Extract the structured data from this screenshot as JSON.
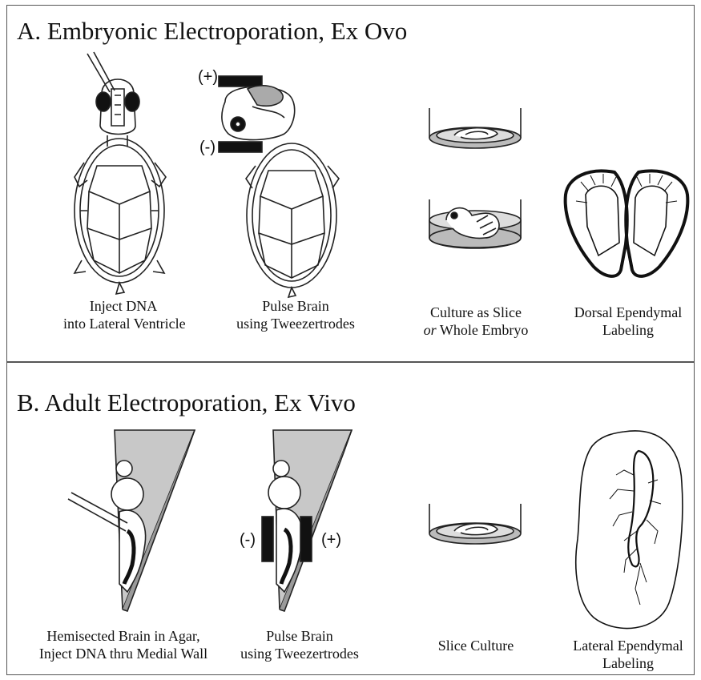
{
  "panel_a": {
    "title": "A.  Embryonic Electroporation, Ex Ovo",
    "steps": [
      {
        "line1": "Inject DNA",
        "line2": "into Lateral Ventricle"
      },
      {
        "line1": "Pulse Brain",
        "line2": "using Tweezertrodes"
      },
      {
        "line1": "Culture as Slice",
        "line2_em": "or",
        "line2": " Whole Embryo"
      },
      {
        "line1": "Dorsal Ependymal",
        "line2": "Labeling"
      }
    ],
    "electrode_plus": "(+)",
    "electrode_minus": "(-)"
  },
  "panel_b": {
    "title": "B.  Adult Electroporation, Ex Vivo",
    "steps": [
      {
        "line1": "Hemisected Brain in Agar,",
        "line2": "Inject DNA thru Medial Wall"
      },
      {
        "line1": "Pulse Brain",
        "line2": "using Tweezertrodes"
      },
      {
        "line1": "Slice Culture",
        "line2": ""
      },
      {
        "line1": "Lateral Ependymal",
        "line2": "Labeling"
      }
    ],
    "electrode_minus": "(-)",
    "electrode_plus": "(+)"
  }
}
